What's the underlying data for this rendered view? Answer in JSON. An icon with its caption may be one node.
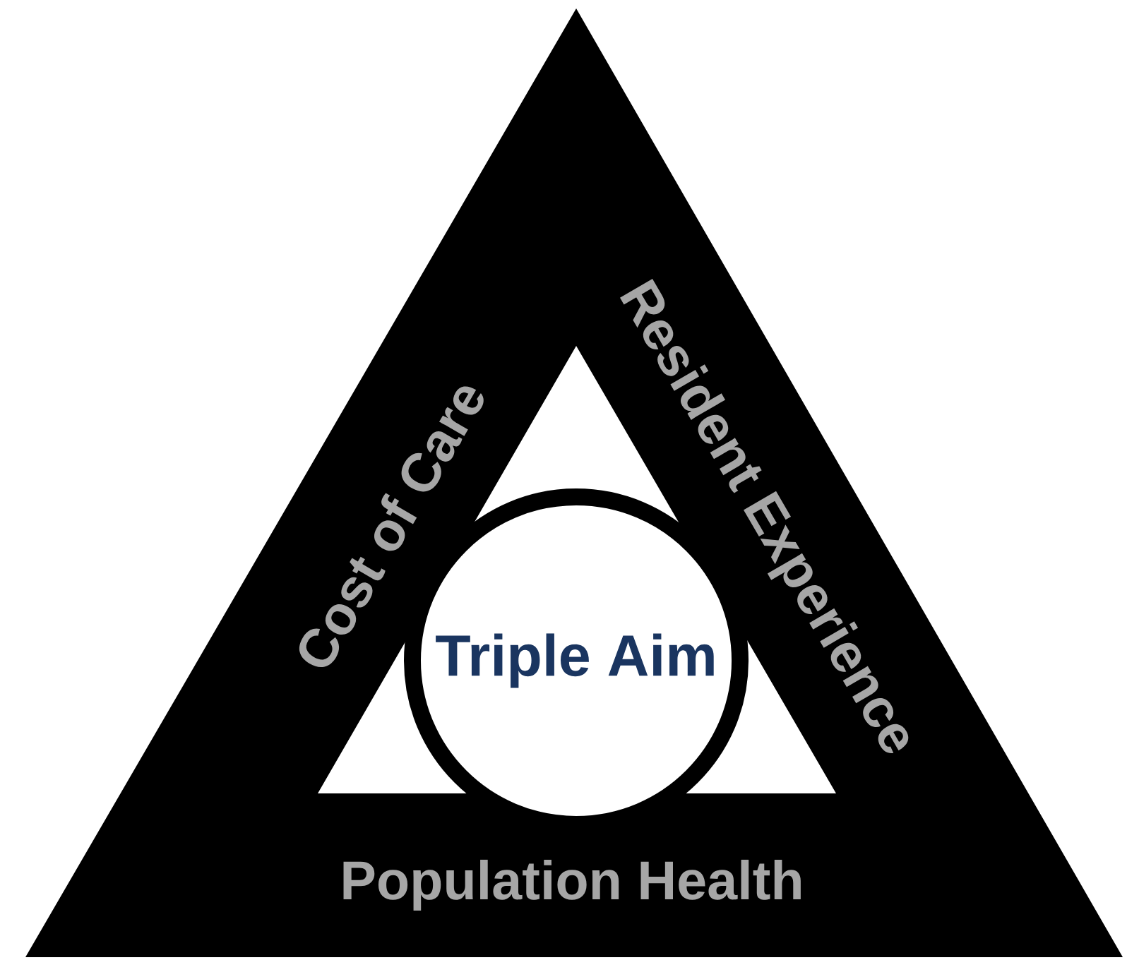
{
  "diagram": {
    "nodes": [
      {
        "text": [
          "Triple Aim"
        ]
      }
    ],
    "labels": [
      "Cost of Care",
      "Resident Experience",
      "Population Health"
    ]
  }
}
